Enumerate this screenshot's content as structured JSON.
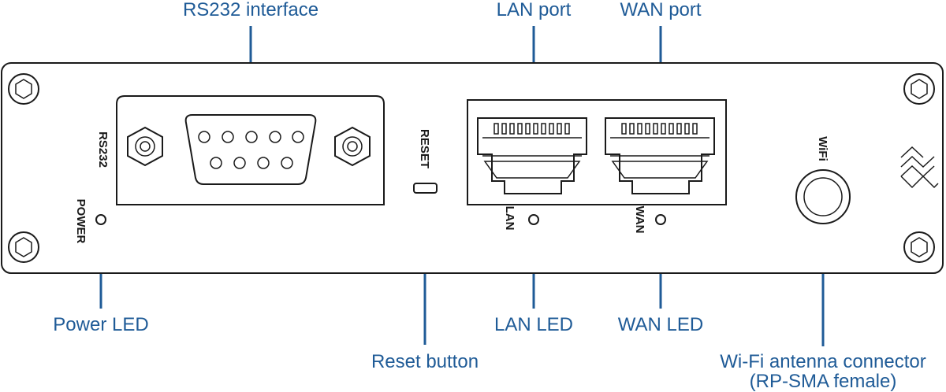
{
  "callouts": {
    "rs232_interface": "RS232 interface",
    "lan_port": "LAN port",
    "wan_port": "WAN port",
    "power_led": "Power LED",
    "reset_button": "Reset button",
    "lan_led": "LAN LED",
    "wan_led": "WAN LED",
    "wifi_connector_line1": "Wi-Fi antenna connector",
    "wifi_connector_line2": "(RP-SMA female)"
  },
  "panel_labels": {
    "rs232": "RS232",
    "power": "POWER",
    "reset": "RESET",
    "lan": "LAN",
    "wan": "WAN",
    "wifi": "WiFi"
  },
  "colors": {
    "callout": "#1f5b97",
    "outline": "#1a1a1a"
  }
}
